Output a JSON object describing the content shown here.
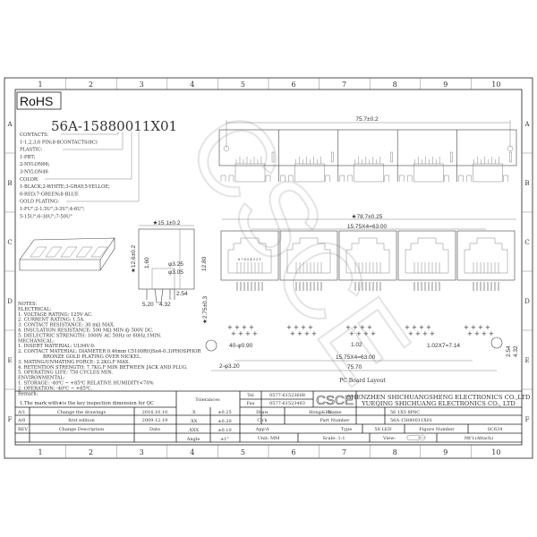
{
  "border": {
    "columns": [
      "1",
      "2",
      "3",
      "4",
      "5",
      "6",
      "7",
      "8",
      "9",
      "10"
    ],
    "rows": [
      "A",
      "B",
      "C",
      "D",
      "E",
      "F"
    ]
  },
  "rohs_label": "RoHS",
  "part_code": {
    "number": "56A-15880011X01",
    "lines": [
      "CONTACTS:",
      "1-1,2,3,6 PIN;8-8CONTACTS(8C)",
      "PLASTIC:",
      "1-PBT;",
      "2-NYLON66;",
      "3-NYLON46",
      "COLOR:",
      "1-BLACK;2-WHITE;3-GRAY;5-YELLOE;",
      "6-RED;7-GREEN;8-BLUE",
      "GOLD PLATING:",
      "1-FU\";2-1.5U\";3-3U\";4-6U\";",
      "5-15U\";6-30U\";7-50U\""
    ]
  },
  "notes": [
    "NOTES:",
    "ELECTRICAL:",
    "1. VOLTAGE RATING: 125V AC.",
    "2. CURRENT RATING: 1.5A.",
    "3. CONTACT RESISTANCE: 30 mΩ MAX.",
    "4. INSULATION RESISTANCE: 500 MΩ MIN @ 500V DC.",
    "5. DIELECTRIC STRENGTH: 1000V AC 50Hz or 60Hz,1MIN.",
    "MECHANICAL:",
    "1. INSERT MATERIAL: UL94V-0.",
    "2. CONTACT MATERIAL: DIAMETER 0.46mm C5100R(QSn4-0.3)PHOSPHOR",
    "                 BRONZE GOLD PLATING OVER NICKEL.",
    "3. MATING/UNMATING FORCE: 2.2KG.F MAX.",
    "4. RETENTION STRENGTH: 7.7KG.F MIN BETWEEN JACK AND PLUG.",
    "5. OPERATING LIFE: 750 CYCLES MIN.",
    "ENVIRONMENTAL:",
    "1. STORAGE: -40℃ ~ +85℃ RELATIVE HUMIDITY<70%",
    "2. OPERATION: -40℃ ~ +85℃.",
    "Remark:",
    "1.The mark with★is the key inspection dimension for QC"
  ],
  "dimensions": {
    "top_width": "75.7±0.2",
    "side_width": "★15.1±0.2",
    "side_height": "★12.6±0.2",
    "side_inner": "1.60",
    "side_full": "12.80",
    "side_d1": "φ3.25",
    "side_d2": "φ3.05",
    "side_pitch": "2.54",
    "side_a": "5.20",
    "side_b": "4.32",
    "side_pin": "★2.75±0.3",
    "front_width": "★78.7±0.25",
    "front_pitch": "15.75X4=63.00",
    "pin_numbers": "8 7 6 5 4 3 2 1",
    "pcb_holes": "40-φ0.90",
    "pcb_pitch": "1.02",
    "pcb_span": "1.02X7=7.14",
    "pcb_pitch_total": "15.75X4=63.00",
    "pcb_mount": "2-φ3.20",
    "pcb_total": "75.70",
    "pcb_v1": "2.54",
    "pcb_v2": "4.32",
    "pcb_title": "PC Board Layout"
  },
  "watermark": "CSCE",
  "title_block": {
    "revisions": [
      {
        "rev": "A/1",
        "desc": "Change the drawings",
        "date": "2016.10.10"
      },
      {
        "rev": "A/0",
        "desc": "first edition",
        "date": "2009.12.19"
      }
    ],
    "rev_header": {
      "rev": "REV",
      "desc": "Change Description",
      "date": "Date"
    },
    "tolerances_label": "Tolerances",
    "tolerances": [
      {
        "k": ".X",
        "v": "±0.25"
      },
      {
        "k": ".XX",
        "v": "±0.20"
      },
      {
        "k": ".XXX",
        "v": "±0.10"
      },
      {
        "k": "Angle",
        "v": "±1°"
      }
    ],
    "tel_label": "Tel",
    "tel": "0577-61523608",
    "fax_label": "Fax",
    "fax": "0577-61523483",
    "draw_label": "Draw",
    "drawer": "Hong&Hu",
    "check_label": "Ch'k",
    "approve_label": "App'd",
    "unit": "Unit: MM",
    "scale": "Scale: 1:1",
    "view_label": "View:",
    "logo": "CSCE",
    "company_1": "SHENZHEN SHICHUANGSHENG ELECTRONICS CO.,LTD",
    "company_2": "YUEQING SHICHUANG ELECTRONICS CO., LTD",
    "name_label": "Name",
    "name": "56 1X5 8P8C",
    "part_label": "Part Number",
    "part": "56A-15880011X01",
    "type_label": "Type",
    "type": "56 LED",
    "figure_label": "Figure Number",
    "figure": "SC634",
    "material": "Mt'l:(Attach)"
  }
}
